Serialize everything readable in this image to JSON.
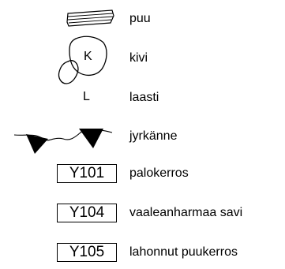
{
  "legend": {
    "items": [
      {
        "symbol": "wood-plank-icon",
        "label": "puu"
      },
      {
        "symbol": "stone-outline",
        "symbol_text": "K",
        "label": "kivi"
      },
      {
        "symbol": "letter",
        "symbol_text": "L",
        "label": "laasti"
      },
      {
        "symbol": "escarpment-line-icon",
        "label": "jyrkänne"
      },
      {
        "symbol": "code-box",
        "symbol_text": "Y101",
        "label": "palokerros"
      },
      {
        "symbol": "code-box",
        "symbol_text": "Y104",
        "label": "vaaleanharmaa savi"
      },
      {
        "symbol": "code-box",
        "symbol_text": "Y105",
        "label": "lahonnut puukerros"
      }
    ]
  }
}
